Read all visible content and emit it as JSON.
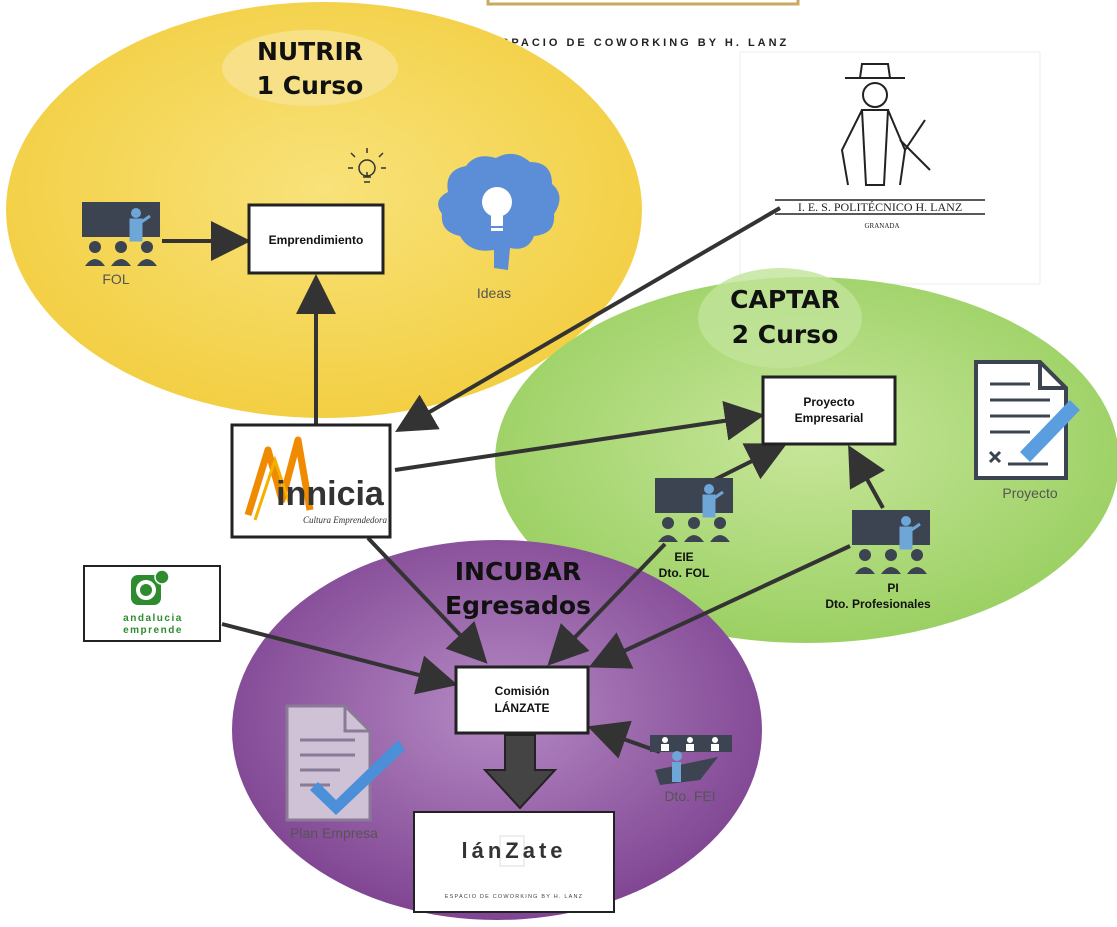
{
  "header": {
    "tagline": "ESPACIO DE COWORKING BY H. LANZ"
  },
  "school_logo": {
    "name": "I. E. S. POLITÉCNICO H. LANZ",
    "city": "GRANADA"
  },
  "zones": {
    "nutrir": {
      "title": "NUTRIR",
      "subtitle": "1 Curso",
      "color": "#f5d24a"
    },
    "captar": {
      "title": "CAPTAR",
      "subtitle": "2 Curso",
      "color": "#a6d66c"
    },
    "incubar": {
      "title": "INCUBAR",
      "subtitle": "Egresados",
      "color": "#8a4a9c"
    }
  },
  "nodes": {
    "emprendimiento": "Emprendimiento",
    "proyecto_empresarial": [
      "Proyecto",
      "Empresarial"
    ],
    "comision": [
      "Comisión",
      "LÁNZATE"
    ]
  },
  "labels": {
    "fol": "FOL",
    "ideas": "Ideas",
    "proyecto": "Proyecto",
    "eie": [
      "EIE",
      "Dto. FOL"
    ],
    "pi": [
      "PI",
      "Dto. Profesionales"
    ],
    "dto_fei": "Dto. FEI",
    "plan_empresa": "Plan Empresa"
  },
  "logos": {
    "innicia": {
      "word": "innicia",
      "tagline": "Cultura Emprendedora",
      "accent": "#f08a00"
    },
    "andalucia": {
      "line1": "andalucia",
      "line2": "emprende",
      "accent": "#2e8b2e"
    },
    "lanzate": {
      "word": "lánZate",
      "tagline": "ESPACIO DE COWORKING BY H. LANZ"
    }
  },
  "colors": {
    "presenter": "#3b4450",
    "person": "#6ea6d8",
    "arrow": "#333333"
  }
}
